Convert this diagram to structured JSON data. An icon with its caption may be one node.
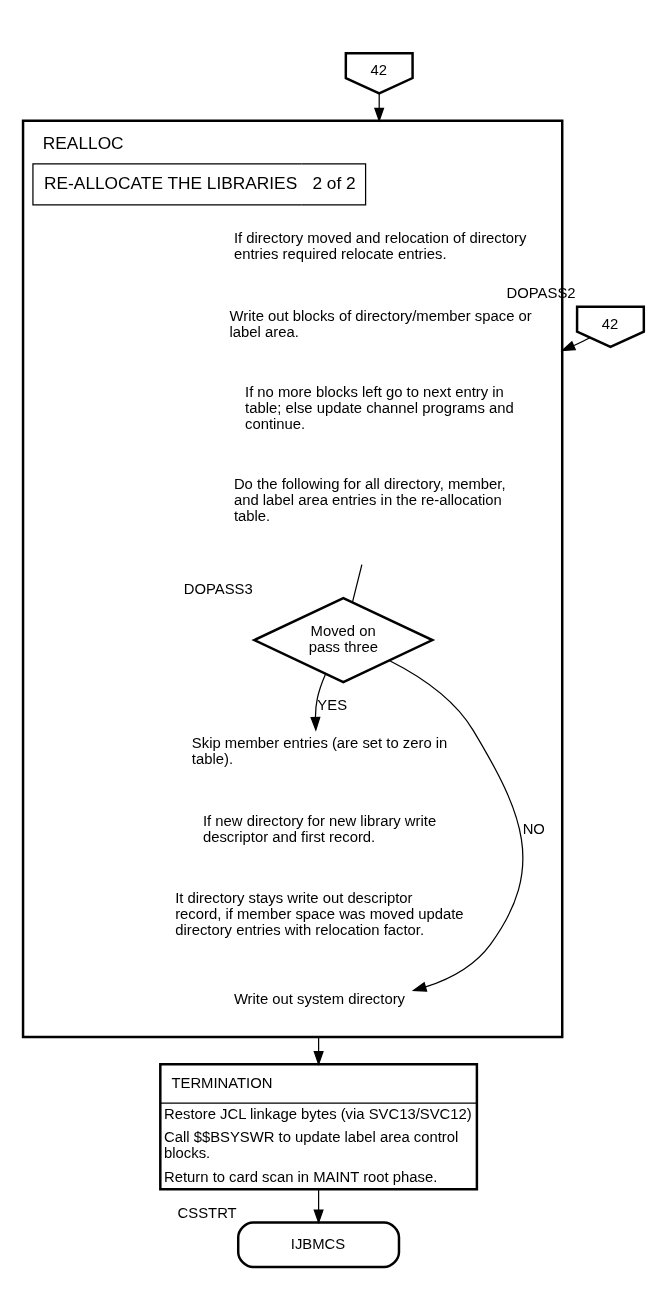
{
  "diagram": {
    "nodes": [
      {
        "text": [
          "42"
        ]
      },
      {
        "text": [
          "RE-ALLOCATE THE LIBRARIES",
          "2 of 2"
        ],
        "beside": [
          "REALLOC"
        ]
      },
      {
        "text": [
          "If directory moved and relocation of directory entries required relocate entries."
        ],
        "in": 1
      },
      {
        "text": [
          "Write out blocks of directory/member space or label area."
        ],
        "in": 1
      },
      {
        "text": [
          "If no more blocks left go to next entry in table; else update channel programs and continue."
        ],
        "in": 1
      },
      {
        "text": [
          "Do the following for all directory, member, and label area entries in the re-allocation table."
        ],
        "in": 1
      },
      {
        "text": [
          "Moved on pass three"
        ],
        "beside": [
          "DOPASS3"
        ],
        "in": 1
      },
      {
        "text": [
          "Skip member entries (are set to zero in table)."
        ],
        "in": 1
      },
      {
        "text": [
          "If new directory for new library write descriptor and first record."
        ],
        "in": 1
      },
      {
        "text": [
          "It directory stays write out descriptor record, if member space was moved update directory entries with relocation factor."
        ],
        "in": 1
      },
      {
        "text": [
          "Write out system directory"
        ],
        "in": 1
      },
      {
        "text": [
          "42"
        ],
        "beside": [
          "DOPASS2"
        ]
      },
      {
        "text": [
          "TERMINATION",
          "Restore JCL linkage bytes (via SVC13/SVC12)",
          "Call $$BSYSWR to update label area control blocks.",
          "Return to card scan in MAINT root phase."
        ]
      },
      {
        "text": [
          "IJBMCS"
        ],
        "beside": [
          "CSSTRT"
        ]
      }
    ],
    "edges": [
      {
        "from": 0,
        "to": 1,
        "arrow": "to"
      },
      {
        "from": 11,
        "to": 1,
        "arrow": "to"
      },
      {
        "from": null,
        "to": 6,
        "arrow": "none"
      },
      {
        "from": 6,
        "to": 7,
        "arrow": "to",
        "label": "YES"
      },
      {
        "from": 6,
        "to": 10,
        "arrow": "to",
        "label": "NO"
      },
      {
        "from": 1,
        "to": 12,
        "arrow": "to"
      },
      {
        "from": 12,
        "to": 13,
        "arrow": "to"
      }
    ]
  }
}
